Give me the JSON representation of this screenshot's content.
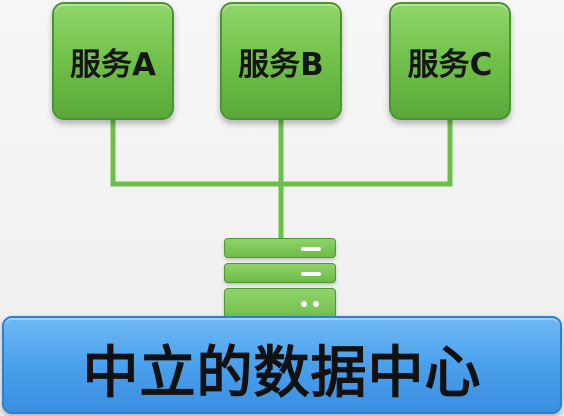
{
  "services": [
    {
      "label": "服务A"
    },
    {
      "label": "服务B"
    },
    {
      "label": "服务C"
    }
  ],
  "datacenter": {
    "label": "中立的数据中心"
  },
  "icons": {
    "server": "server-stack-icon"
  },
  "colors": {
    "service_fill": "#6fbe48",
    "service_border": "#4b9330",
    "connector": "#6cc04a",
    "datacenter_fill": "#4aa0ec",
    "datacenter_border": "#2e7fcf"
  }
}
